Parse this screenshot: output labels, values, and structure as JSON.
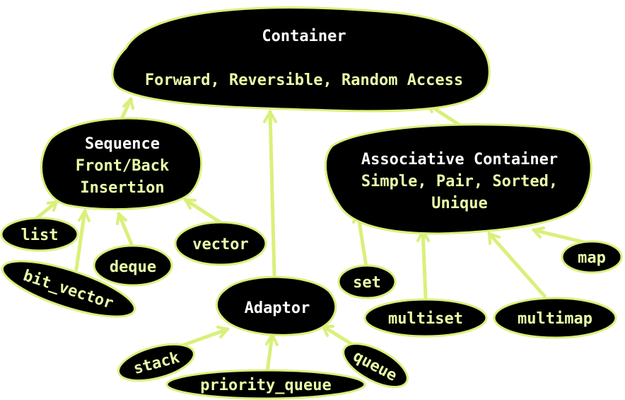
{
  "colors": {
    "node_fill": "#000000",
    "outline": "#d9f07a",
    "text": "#e8ffa8",
    "title_text": "#ffffff"
  },
  "nodes": {
    "container": {
      "title": "Container",
      "subtitle": "Forward, Reversible, Random Access"
    },
    "sequence": {
      "line1": "Sequence",
      "line2": "Front/Back",
      "line3": "Insertion"
    },
    "associative": {
      "line1": "Associative Container",
      "line2": "Simple, Pair, Sorted,",
      "line3": "Unique"
    },
    "adaptor": {
      "label": "Adaptor"
    },
    "list": {
      "label": "list"
    },
    "bit_vector": {
      "label": "bit_vector"
    },
    "deque": {
      "label": "deque"
    },
    "vector": {
      "label": "vector"
    },
    "stack": {
      "label": "stack"
    },
    "priority_queue": {
      "label": "priority_queue"
    },
    "queue": {
      "label": "queue"
    },
    "set": {
      "label": "set"
    },
    "multiset": {
      "label": "multiset"
    },
    "multimap": {
      "label": "multimap"
    },
    "map": {
      "label": "map"
    }
  }
}
